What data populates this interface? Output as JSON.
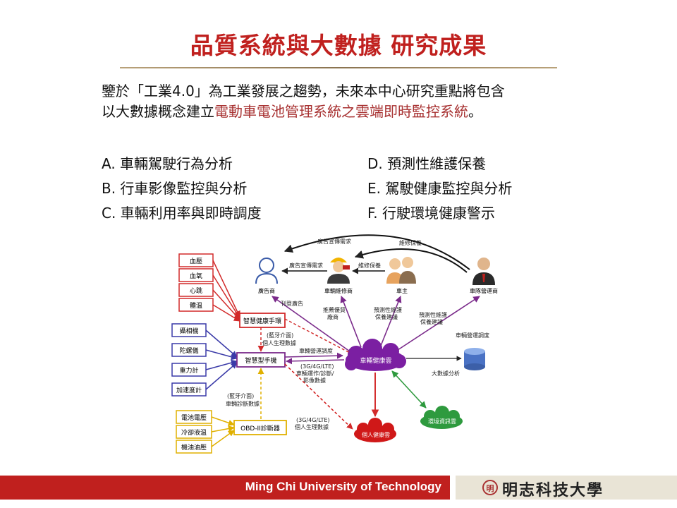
{
  "title": "品質系統與大數據  研究成果",
  "intro": {
    "line1": "鑒於「工業4.0」為工業發展之趨勢，未來本中心研究重點將包含",
    "line2_prefix": "以大數據概念建立",
    "line2_highlight": "電動車電池管理系統之雲端即時監控系統",
    "line2_suffix": "。"
  },
  "items": {
    "a": "A.  車輛駕駛行為分析",
    "b": "B. 行車影像監控與分析",
    "c": "C. 車輛利用率與即時調度",
    "d": "D. 預測性維護保養",
    "e": "E. 駕駛健康監控與分析",
    "f": "F. 行駛環境健康警示"
  },
  "diagram": {
    "vitals": [
      "血壓",
      "血氧",
      "心跳",
      "體溫"
    ],
    "bracelet": "智慧健康手環",
    "sensors": [
      "攝相機",
      "陀螺儀",
      "重力計",
      "加速度計"
    ],
    "phone": "智慧型手機",
    "obd_inputs": [
      "電池電壓",
      "冷卻液溫",
      "機油油壓"
    ],
    "obd": "OBD-II診斷器",
    "cloud_main": "車輛健康雲",
    "cloud_personal": "個人健康雲",
    "cloud_env": "環境資訊雲",
    "bigdata": "大數據分析",
    "actors": {
      "advertiser": "廣告商",
      "repair": "車輛維修商",
      "owner": "車主",
      "fleet": "車隊營運商"
    },
    "labels": {
      "ad_demand_top": "廣告宣傳需求",
      "ad_demand": "廣告宣傳需求",
      "repair_top": "維修保養",
      "repair": "維修保養",
      "publish_ad": "刊登廣告",
      "recommend_1": "推薦優質",
      "recommend_2": "廠商",
      "predict_owner_1": "預測性維護",
      "predict_owner_2": "保養建議",
      "predict_fleet_1": "預測性維護",
      "predict_fleet_2": "保養建議",
      "fleet_dispatch": "車輛營運調度",
      "bt1_1": "(藍牙介面)",
      "bt1_2": "個人生理數據",
      "phone_dispatch": "車輛營運調度",
      "net_1": "(3G/4G/LTE)",
      "net_2": "車輛運作/診斷/",
      "net_3": "影像數據",
      "bt2_1": "(藍牙介面)",
      "bt2_2": "車輛診斷數據",
      "net2_1": "(3G/4G/LTE)",
      "net2_2": "個人生理數據"
    }
  },
  "footer": {
    "university": "Ming Chi University of Technology",
    "logo_mark": "明",
    "logo_text": "明志科技大學"
  },
  "colors": {
    "title_red": "#c0201e",
    "highlight": "#a83232",
    "red_box": "#d22a2a",
    "blue_box": "#3a3aa8",
    "purple_box": "#7a2a8a",
    "yellow_box": "#e0b000",
    "cloud_purple": "#7b1fa2",
    "cloud_red": "#d01818",
    "cloud_green": "#2e9a3e",
    "footer_red": "#c0201e",
    "footer_logo_bg": "#e9e4d6"
  }
}
